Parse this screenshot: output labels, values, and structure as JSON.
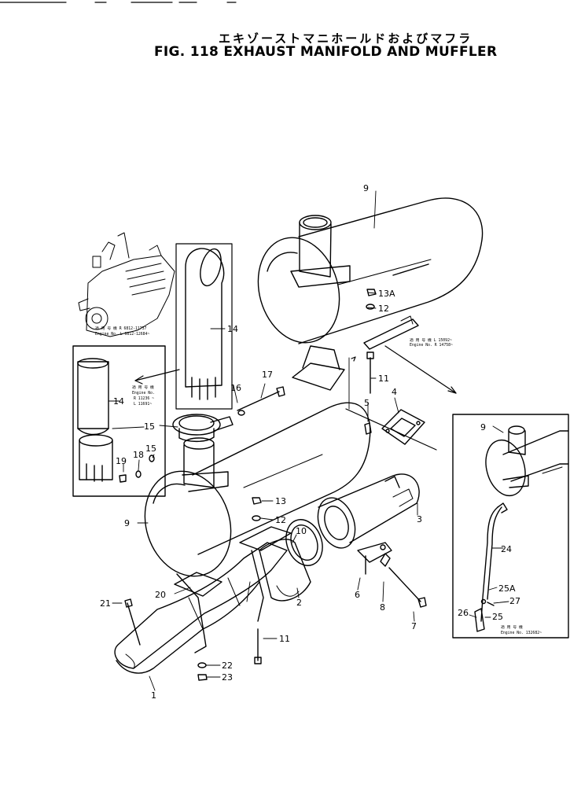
{
  "header": {
    "title_jp": "エキゾーストマニホールドおよびマフラ",
    "title_en": "FIG. 118  EXHAUST MANIFOLD AND MUFFLER"
  },
  "callouts": {
    "p1": "1",
    "p2": "2",
    "p3": "3",
    "p4": "4",
    "p5": "5",
    "p6": "6",
    "p7": "7",
    "p8": "8",
    "p9_top": "9",
    "p9_mid": "9",
    "p9_inset": "9",
    "p10": "10",
    "p11_top": "11",
    "p11_bottom": "11",
    "p12_top": "12",
    "p12_mid": "12",
    "p13a": "13A",
    "p13": "13",
    "p14_main": "14",
    "p14_inset": "14",
    "p15_main": "15",
    "p15_small": "15",
    "p16": "16",
    "p17": "17",
    "p18": "18",
    "p19": "19",
    "p20": "20",
    "p21": "21",
    "p22": "22",
    "p23": "23",
    "p24": "24",
    "p25a": "25A",
    "p25": "25",
    "p26": "26",
    "p27": "27"
  },
  "notes": {
    "engine_serial_1": "適 用 号 機  R 6812-11737",
    "engine_serial_2": "Engine No.  L 6812-12684~",
    "left_inset_1": "適 用 号 機",
    "left_inset_2": "Engine No.",
    "left_inset_3": "R 11236 ~",
    "left_inset_4": "L 11691~",
    "right_1": "適 用 号 機  L 15092~",
    "right_2": "Engine No.  R 14758~",
    "inset_1": "適 用 号 機",
    "inset_2": "Engine No.  132682~"
  }
}
